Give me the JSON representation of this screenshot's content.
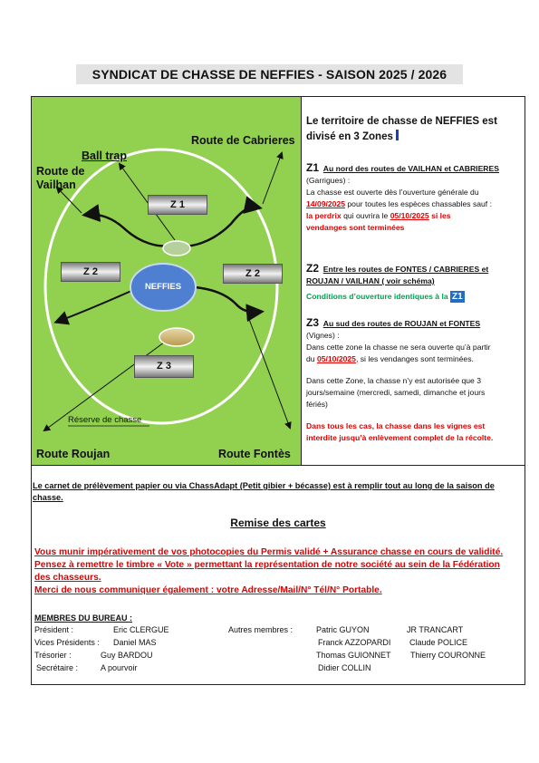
{
  "title": "SYNDICAT DE CHASSE DE NEFFIES -   SAISON  2025 / 2026",
  "map": {
    "ball_trap": "Ball trap",
    "route_cabrieres": "Route de Cabrieres",
    "route_vailhan_1": "Route de",
    "route_vailhan_2": "Vailhan",
    "z1": "Z 1",
    "z2_left": "Z 2",
    "z2_right": "Z 2",
    "z3": "Z 3",
    "center": "NEFFIES",
    "reserve": "Réserve de chasse",
    "route_roujan": "Route Roujan",
    "route_fontes": "Route Fontès"
  },
  "territory": {
    "heading_1": "Le territoire de chasse de NEFFIES est",
    "heading_2": "divisé en 3 Zones",
    "z1": {
      "key": "Z1",
      "title": "Au nord des routes de VAILHAN et CABRIERES",
      "sub": "(Garrigues) :",
      "t1": "La chasse est ouverte dès l’ouverture générale du",
      "date1": "14/09/2025",
      "t2": " pour toutes les espèces chassables sauf :",
      "t3": " la perdrix",
      "t4": "  qui ouvrira le ",
      "date2": "05/10/2025",
      "t5": " si les",
      "t6": "vendanges sont terminées"
    },
    "z2": {
      "key": "Z2",
      "title1": "Entre les routes de FONTES / CABRIERES et",
      "title2": "ROUJAN / VAILHAN ( voir schéma)",
      "cond": "Conditions d’ouverture identiques à la",
      "ref": "Z1"
    },
    "z3": {
      "key": "Z3",
      "title": "Au sud des routes de ROUJAN et FONTES",
      "sub": "(Vignes) :",
      "t1": "Dans cette zone la chasse ne sera ouverte qu’à partir",
      "t2": "du ",
      "date": "05/10/2025",
      "t3": ", si les vendanges sont terminées.",
      "p2_1": "Dans cette Zone, la chasse n’y est autorisée que 3",
      "p2_2": "jours/semaine (mercredi, samedi, dimanche et jours",
      "p2_3": "fériés)",
      "warn1": "Dans tous les cas, la chasse dans les vignes est",
      "warn2": "interdite jusqu’à enlèvement complet de la récolte."
    }
  },
  "bottom": {
    "carnet_1": "Le carnet de prélèvement papier ou via ChassAdapt (Petit gibier + bécasse) est à remplir tout au long de la saison de",
    "carnet_2": "chasse.",
    "remise": "Remise des cartes",
    "red1": "Vous munir impérativement de vos photocopies du Permis validé + Assurance chasse en cours de validité.",
    "red2": "Pensez à remettre le timbre « Vote » permettant la représentation de notre société au sein de la Fédération",
    "red3": "des chasseurs.",
    "red4": "Merci de nous communiquer également  : votre Adresse/Mail/N° Tél/N° Portable.",
    "bureau_title": "MEMBRES DU BUREAU :",
    "president_role": "Président :",
    "president_name": "Eric CLERGUE",
    "vp_role": "Vices Présidents :",
    "vp_name": "Daniel MAS",
    "tresorier_role": "Trésorier :",
    "tresorier_name": "Guy BARDOU",
    "secretaire_role": "Secrétaire :",
    "secretaire_name": "A pourvoir",
    "autres": "Autres membres :",
    "m1": "Patric GUYON",
    "m2": "JR TRANCART",
    "m3": "Franck AZZOPARDI",
    "m4": "Claude POLICE",
    "m5": "Thomas GUIONNET",
    "m6": "Thierry COURONNE",
    "m7": "Didier COLLIN"
  },
  "colors": {
    "map_green": "#92d050",
    "red": "#e00000",
    "center_blue": "#4f7fd0",
    "title_bg": "#e3e3e3",
    "z1_blue": "#1f6fc4"
  }
}
